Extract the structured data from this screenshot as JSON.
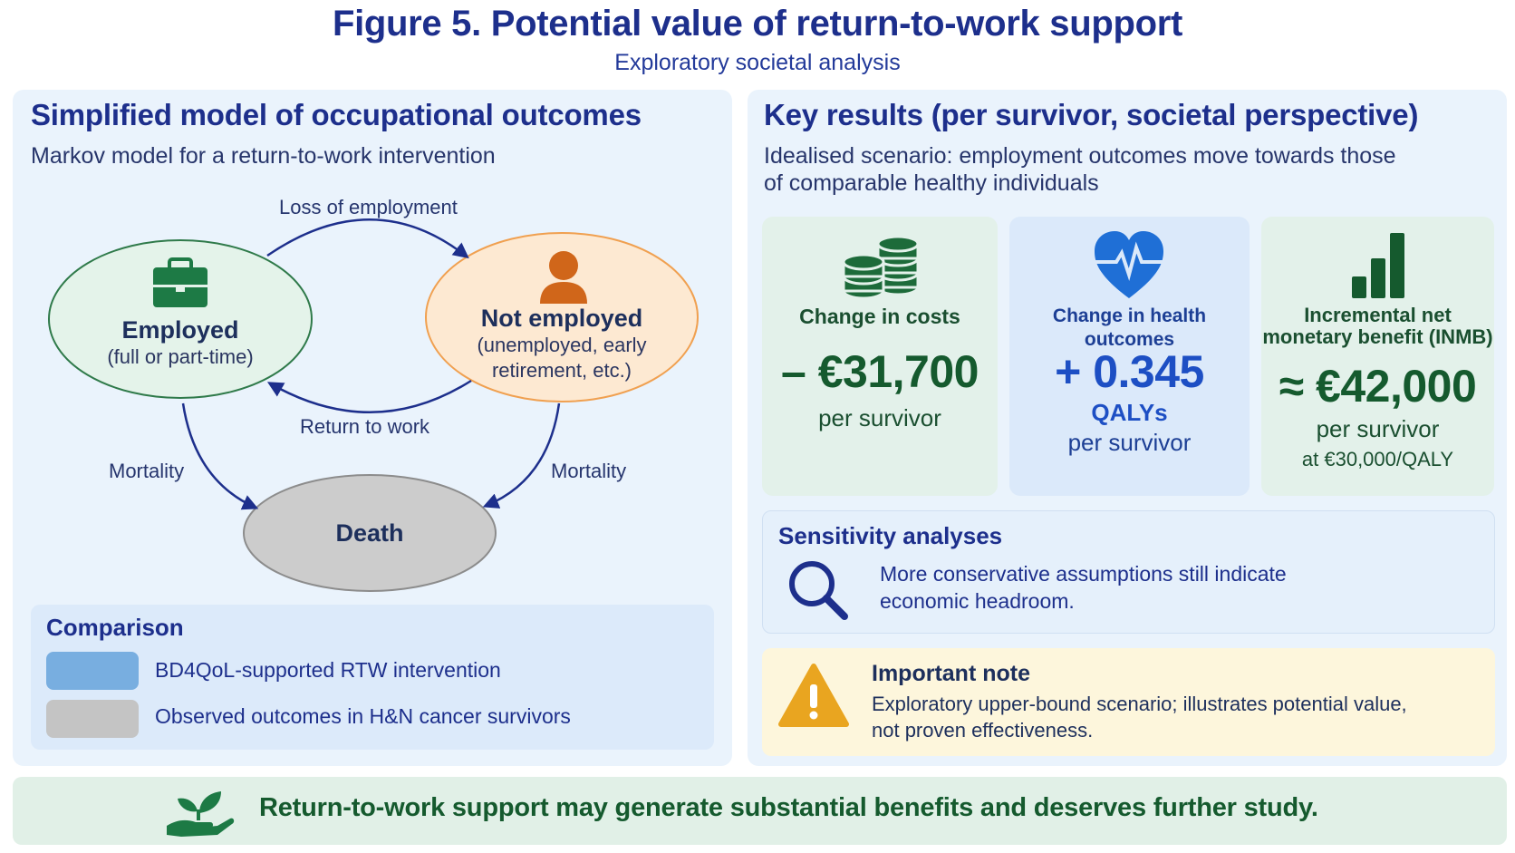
{
  "figure": {
    "title": "Figure 5.  Potential value of return-to-work support",
    "subtitle": "Exploratory societal analysis"
  },
  "left_panel": {
    "title": "Simplified model of occupational outcomes",
    "subtitle": "Markov model for a return-to-work intervention",
    "states": {
      "employed": {
        "name": "Employed",
        "desc": "(full or part-time)",
        "icon": "briefcase-icon",
        "fill": "#e4f3ea",
        "stroke": "#2f7a4a"
      },
      "not_employed": {
        "name": "Not employed",
        "desc_line1": "(unemployed, early",
        "desc_line2": "retirement, etc.)",
        "icon": "person-icon",
        "fill": "#fde9d2",
        "stroke": "#f0a050"
      },
      "death": {
        "name": "Death",
        "fill": "#cccccc",
        "stroke": "#8c8c8c"
      }
    },
    "transitions": {
      "loss": "Loss of employment",
      "return": "Return to work",
      "mortality_left": "Mortality",
      "mortality_right": "Mortality"
    },
    "comparison": {
      "title": "Comparison",
      "items": [
        {
          "label": "BD4QoL-supported RTW intervention",
          "color": "#78aee0"
        },
        {
          "label": "Observed outcomes in H&N cancer survivors",
          "color": "#c4c4c4"
        }
      ]
    }
  },
  "right_panel": {
    "title": "Key results (per survivor, societal perspective)",
    "subtitle_line1": "Idealised scenario: employment outcomes move towards those",
    "subtitle_line2": "of comparable healthy individuals",
    "cards": {
      "costs": {
        "label": "Change in costs",
        "value": "– €31,700",
        "unit": "per survivor",
        "icon": "coins-icon"
      },
      "health": {
        "label": "Change in health outcomes",
        "value": "+ 0.345",
        "unit": "QALYs",
        "unit2": "per survivor",
        "icon": "heart-pulse-icon"
      },
      "inmb": {
        "label_line1": "Incremental net",
        "label_line2": "monetary benefit (INMB)",
        "value": "≈ €42,000",
        "unit": "per survivor",
        "unit2": "at €30,000/QALY",
        "icon": "bar-chart-icon"
      }
    },
    "sensitivity": {
      "title": "Sensitivity analyses",
      "text_line1": "More conservative assumptions still indicate",
      "text_line2": "economic headroom.",
      "icon": "magnifier-icon"
    },
    "note": {
      "title": "Important note",
      "text_line1": "Exploratory upper-bound scenario; illustrates potential value,",
      "text_line2": "not proven effectiveness.",
      "icon": "warning-icon"
    }
  },
  "footer": {
    "text": "Return-to-work support may generate substantial benefits and deserves further study.",
    "icon": "seedling-hand-icon"
  },
  "colors": {
    "navy": "#1d2f8c",
    "green": "#155a2e",
    "blue_accent": "#1f6fd6",
    "orange_accent": "#d0661a"
  }
}
